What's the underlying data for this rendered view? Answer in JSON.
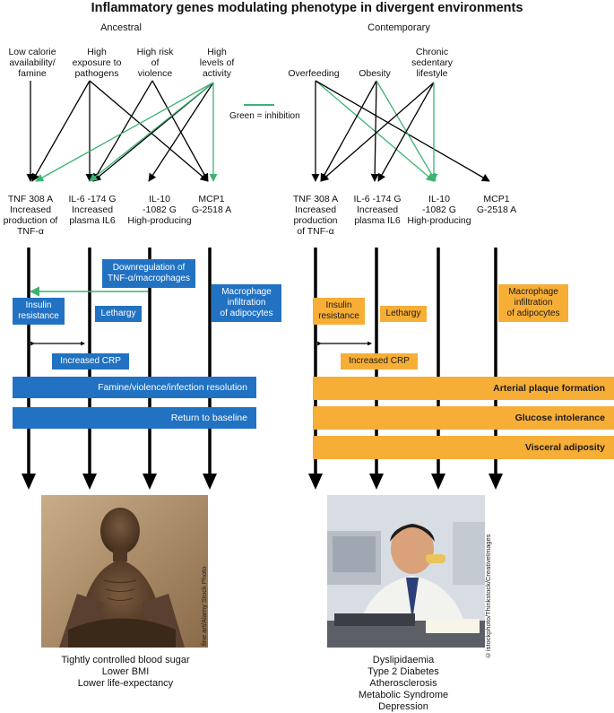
{
  "title": "Inflammatory genes modulating phenotype in divergent environments",
  "ancestral": {
    "heading": "Ancestral",
    "causes": [
      [
        "Low calorie",
        "availability/",
        "famine"
      ],
      [
        "High",
        "exposure to",
        "pathogens"
      ],
      [
        "High risk",
        "of",
        "violence"
      ],
      [
        "High",
        "levels of",
        "activity"
      ]
    ],
    "genes": [
      [
        "TNF 308 A",
        "Increased",
        "production of",
        "TNF-α"
      ],
      [
        "IL-6 -174 G",
        "Increased",
        "plasma IL6"
      ],
      [
        "IL-10",
        "-1082 G",
        "High-producing"
      ],
      [
        "MCP1",
        "G-2518 A"
      ]
    ],
    "downregulation": [
      "Downregulation of",
      "TNF-α/macrophages"
    ],
    "insulin_resistance": [
      "Insulin",
      "resistance"
    ],
    "lethargy": "Lethargy",
    "macrophage": [
      "Macrophage",
      "infiltration",
      "of adipocytes"
    ],
    "crp": "Increased CRP",
    "bars": [
      "Famine/violence/infection resolution",
      "Return to baseline"
    ],
    "outcomes": [
      "Tightly controlled blood sugar",
      "Lower BMI",
      "Lower life-expectancy"
    ],
    "photo_credit": "fine art/Alamy Stock Photo"
  },
  "contemporary": {
    "heading": "Contemporary",
    "causes": [
      [
        "Overfeeding"
      ],
      [
        "Obesity"
      ],
      [
        "Chronic",
        "sedentary",
        "lifestyle"
      ]
    ],
    "genes": [
      [
        "TNF 308 A",
        "Increased",
        "production",
        "of TNF-α"
      ],
      [
        "IL-6 -174 G",
        "Increased",
        "plasma IL6"
      ],
      [
        "IL-10",
        "-1082 G",
        "High-producing"
      ],
      [
        "MCP1",
        "G-2518 A"
      ]
    ],
    "insulin_resistance": [
      "Insulin",
      "resistance"
    ],
    "lethargy": "Lethargy",
    "macrophage": [
      "Macrophage",
      "infiltration",
      "of adipocytes"
    ],
    "crp": "Increased CRP",
    "bars": [
      "Arterial plaque formation",
      "Glucose intolerance",
      "Visceral adiposity"
    ],
    "outcomes": [
      "Dyslipidaemia",
      "Type 2 Diabetes",
      "Atherosclerosis",
      "Metabolic Syndrome",
      "Depression"
    ],
    "photo_credit": "©istockphoto/Thinkstock/CreativeImages"
  },
  "legend": {
    "label": "Green = inhibition"
  },
  "colors": {
    "blue": "#2272c3",
    "orange": "#f6ae36",
    "inhibition_green": "#3cb371",
    "black": "#000000"
  }
}
